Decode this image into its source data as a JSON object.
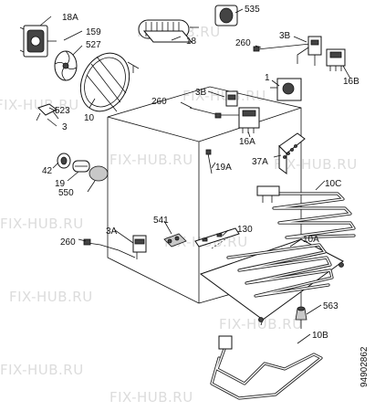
{
  "watermark": "FIX-HUB.RU",
  "doc_code": "94902862",
  "labels": {
    "l18A": "18A",
    "l159": "159",
    "l527": "527",
    "l10": "10",
    "l18": "18",
    "l535": "535",
    "l260a": "260",
    "l3Ba": "3B",
    "l16B": "16B",
    "l1": "1",
    "l260b": "260",
    "l3Bb": "3B",
    "l16A": "16A",
    "l523": "523",
    "l3": "3",
    "l42": "42",
    "l19": "19",
    "l550": "550",
    "l19A": "19A",
    "l37A": "37A",
    "l10C": "10C",
    "l541": "541",
    "l3A": "3A",
    "l260c": "260",
    "l130": "130",
    "l10A": "10A",
    "l563": "563",
    "l10B": "10B"
  }
}
